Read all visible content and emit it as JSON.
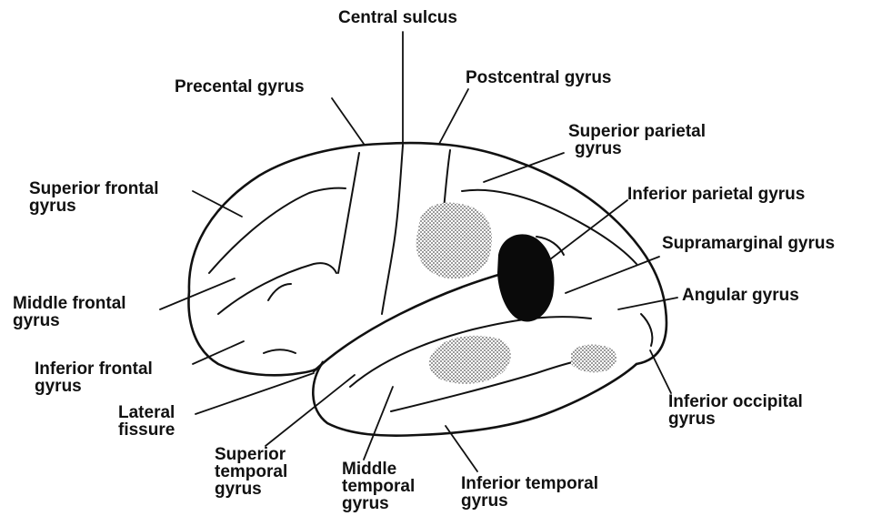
{
  "labels": {
    "central_sulcus": "Central sulcus",
    "precentral_gyrus": "Precental gyrus",
    "postcentral_gyrus": "Postcentral gyrus",
    "superior_parietal_gyrus": [
      "Superior parietal",
      "gyrus"
    ],
    "superior_frontal_gyrus": [
      "Superior frontal",
      "gyrus"
    ],
    "inferior_parietal_gyrus": "Inferior parietal gyrus",
    "supramarginal_gyrus": "Supramarginal gyrus",
    "middle_frontal_gyrus": [
      "Middle frontal",
      "gyrus"
    ],
    "angular_gyrus": "Angular gyrus",
    "inferior_frontal_gyrus": [
      "Inferior frontal",
      "gyrus"
    ],
    "lateral_fissure": [
      "Lateral",
      "fissure"
    ],
    "inferior_occipital_gyrus": [
      "Inferior occipital",
      "gyrus"
    ],
    "superior_temporal_gyrus": [
      "Superior",
      "temporal",
      "gyrus"
    ],
    "middle_temporal_gyrus": [
      "Middle",
      "temporal",
      "gyrus"
    ],
    "inferior_temporal_gyrus": [
      "Inferior temporal",
      "gyrus"
    ]
  },
  "colors": {
    "outline": "#111111",
    "stipple_region": "#8a8a8a",
    "solid_region": "#0a0a0a",
    "background": "#ffffff"
  }
}
